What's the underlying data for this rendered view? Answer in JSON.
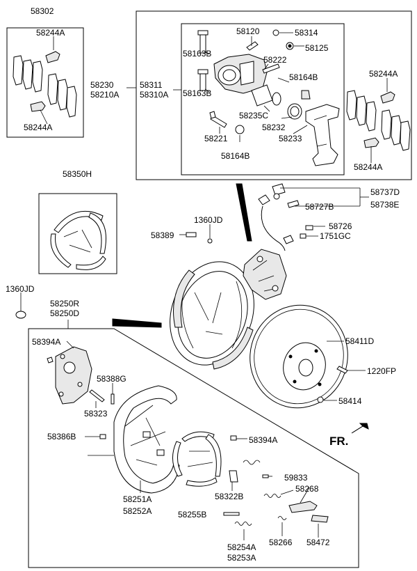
{
  "labels": {
    "l58302": "58302",
    "l58244A_tl1": "58244A",
    "l58244A_tl2": "58244A",
    "l58230": "58230",
    "l58210A": "58210A",
    "l58311": "58311",
    "l58310A": "58310A",
    "l58120": "58120",
    "l58314": "58314",
    "l58163B_1": "58163B",
    "l58125": "58125",
    "l58222": "58222",
    "l58164B_1": "58164B",
    "l58163B_2": "58163B",
    "l58235C": "58235C",
    "l58232": "58232",
    "l58221": "58221",
    "l58233": "58233",
    "l58164B_2": "58164B",
    "l58244A_r1": "58244A",
    "l58244A_r2": "58244A",
    "l58350H": "58350H",
    "l58737D": "58737D",
    "l58738E": "58738E",
    "l58727B": "58727B",
    "l1360JD_1": "1360JD",
    "l58389": "58389",
    "l58726": "58726",
    "l1751GC": "1751GC",
    "l1360JD_2": "1360JD",
    "l58250R": "58250R",
    "l58250D": "58250D",
    "l58394A_1": "58394A",
    "l58411D": "58411D",
    "l58388G": "58388G",
    "l1220FP": "1220FP",
    "l58323": "58323",
    "l58414": "58414",
    "l58386B": "58386B",
    "l58394A_2": "58394A",
    "fr": "FR.",
    "l59833": "59833",
    "l58268": "58268",
    "l58322B": "58322B",
    "l58251A": "58251A",
    "l58252A": "58252A",
    "l58255B": "58255B",
    "l58254A": "58254A",
    "l58253A": "58253A",
    "l58266": "58266",
    "l58472": "58472"
  }
}
